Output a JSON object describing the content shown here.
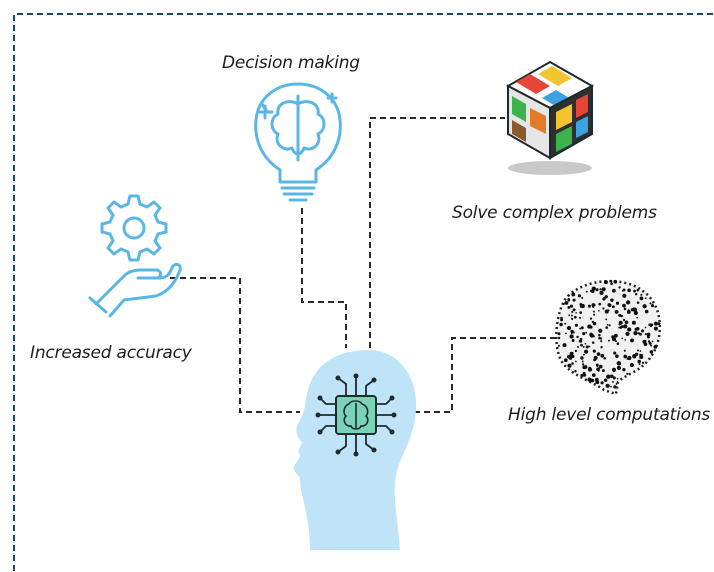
{
  "nodes": {
    "decision": "Decision making",
    "complex": "Solve complex problems",
    "accuracy": "Increased accuracy",
    "computations": "High level computations"
  },
  "icons": {
    "decision": "lightbulb-brain-icon",
    "complex": "rubiks-cube-icon",
    "accuracy": "hand-gear-icon",
    "computations": "dotted-brain-icon",
    "center": "head-chip-icon"
  },
  "colors": {
    "frame": "#1b4a63",
    "icon_stroke": "#5ab6e3",
    "head_fill": "#bfe4f7",
    "chip_fill": "#79d3b7",
    "connector": "#2a2a2a"
  }
}
